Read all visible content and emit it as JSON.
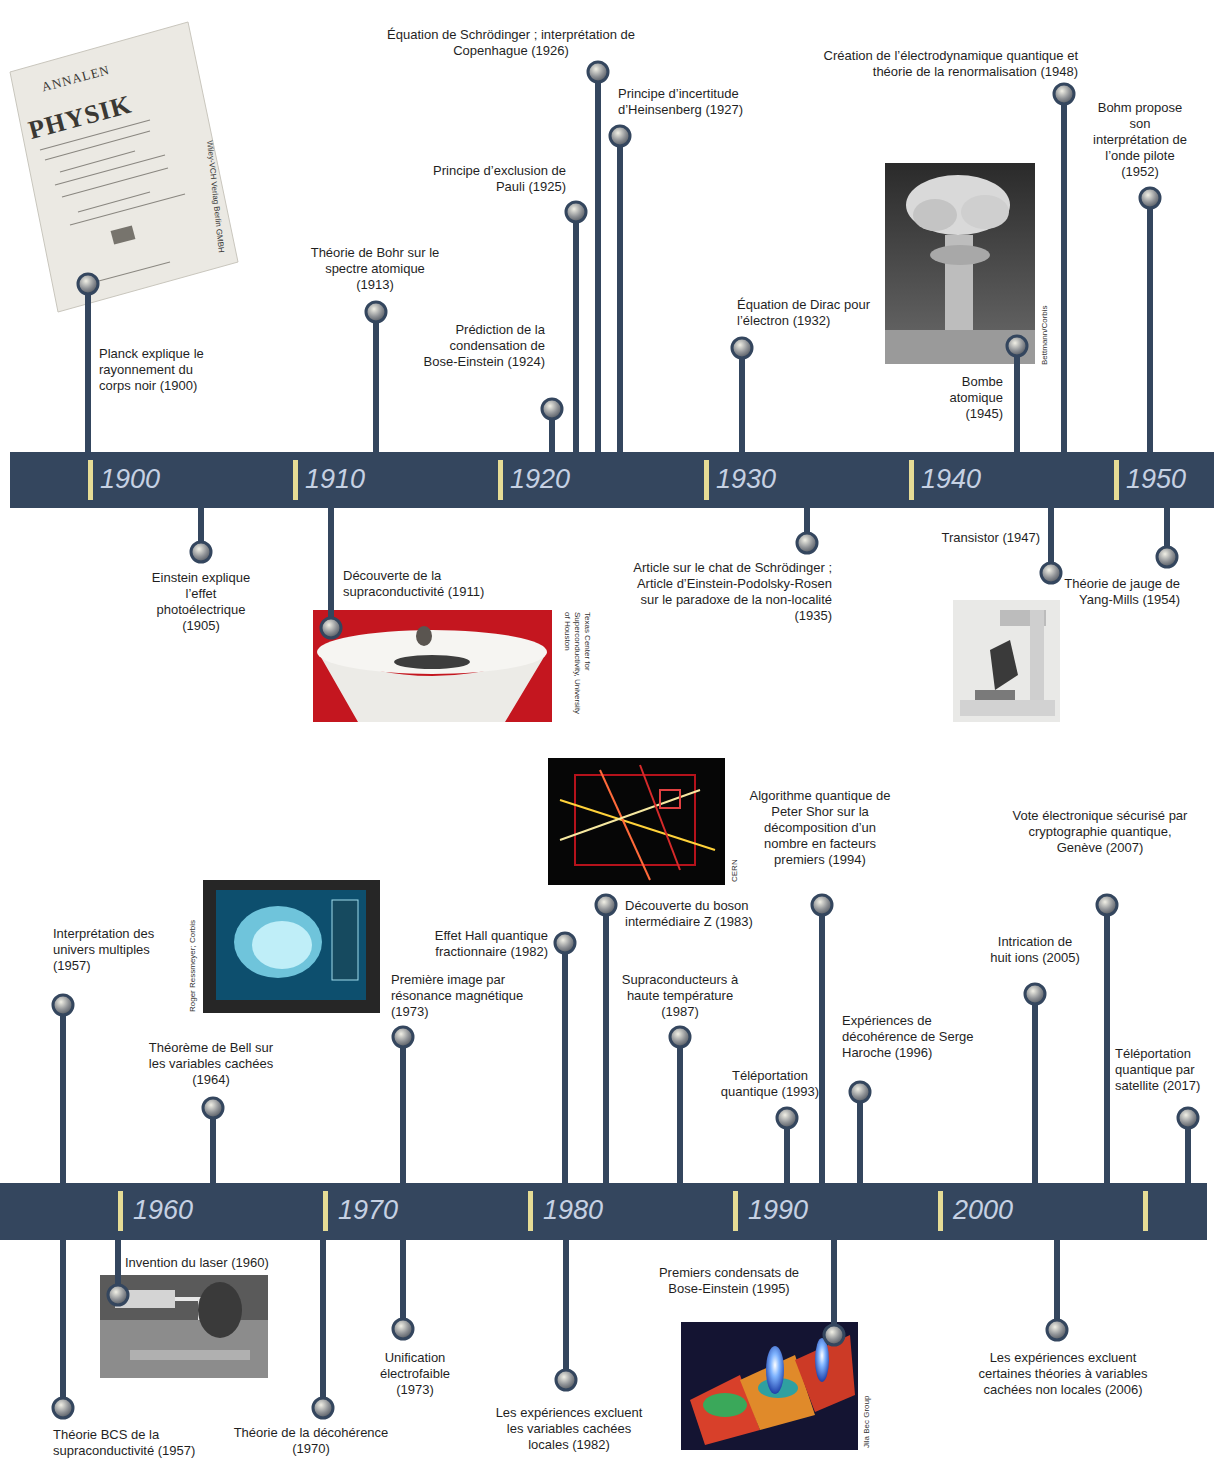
{
  "diagram": {
    "nodes": [
      {
        "text": [
          "1900",
          "1910",
          "1920",
          "1930",
          "1940",
          "1950"
        ]
      },
      {
        "text": [
          "1960",
          "1970",
          "1980",
          "1990",
          "2000"
        ]
      }
    ],
    "labels": [
      "ANNALEN",
      "PHYSIK",
      "Wiley-VCH Verlag Berlin GMBH",
      "Planck explique le rayonnement du corps noir (1900)",
      "Einstein explique l’effet photoélectrique (1905)",
      "Théorie de Bohr sur le spectre atomique (1913)",
      "Découverte de la supraconductivité (1911)",
      "Texas Center for Superconductivity, University of Houston",
      "Prédiction de la condensation de Bose-Einstein (1924)",
      "Principe d’exclusion de Pauli (1925)",
      "Équation de Schrödinger ; interprétation de Copenhague (1926)",
      "Principe d’incertitude d’Heinsenberg (1927)",
      "Équation de Dirac pour l’électron (1932)",
      "Article sur le chat de Schrödinger ; Article d’Einstein-Podolsky-Rosen sur le paradoxe de la non-localité (1935)",
      "Bombe atomique (1945)",
      "Bettmann/Corbis",
      "Création de l’électrodynamique quantique et théorie de la renormalisation (1948)",
      "Transistor (1947)",
      "Bohm propose son interprétation de l’onde pilote (1952)",
      "Théorie de jauge de Yang-Mills (1954)",
      "Interprétation des univers multiples (1957)",
      "Théorie BCS de la supraconductivité (1957)",
      "Invention du laser (1960)",
      "Théorème de Bell sur les variables cachées (1964)",
      "Roger Ressmeyer; Corbis",
      "Première image par résonance magnétique (1973)",
      "Théorie de la décohérence (1970)",
      "Unification électrofaible (1973)",
      "Effet Hall quantique fractionnaire (1982)",
      "Découverte du boson intermédiaire Z (1983)",
      "CERN",
      "Les expériences excluent les variables cachées locales (1982)",
      "Supraconducteurs à haute température (1987)",
      "Téléportation quantique (1993)",
      "Algorithme quantique de Peter Shor sur la décomposition d’un nombre en facteurs premiers (1994)",
      "Premiers condensats de Bose-Einstein (1995)",
      "Jila Bec Group",
      "Expériences de décohérence de Serge Haroche (1996)",
      "Intrication de huit ions (2005)",
      "Les expériences excluent certaines théories à variables cachées non locales (2006)",
      "Vote électronique sécurisé par cryptographie quantique, Genève (2007)",
      "Téléportation quantique par satellite (2017)"
    ]
  }
}
